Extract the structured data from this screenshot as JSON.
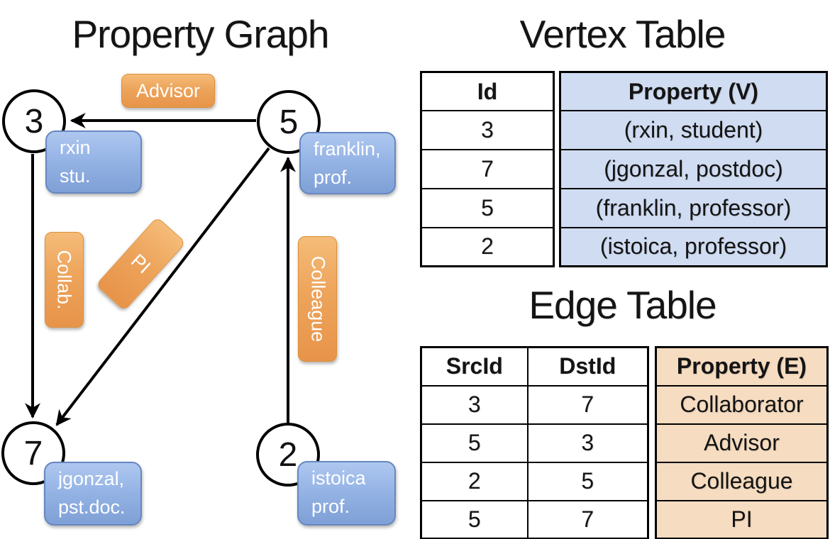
{
  "graph": {
    "title": "Property Graph",
    "node3": {
      "id": "3",
      "line1": "rxin",
      "line2": "stu."
    },
    "node5": {
      "id": "5",
      "line1": "franklin,",
      "line2": "prof."
    },
    "node7": {
      "id": "7",
      "line1": "jgonzal,",
      "line2": "pst.doc."
    },
    "node2": {
      "id": "2",
      "line1": "istoica",
      "line2": "prof."
    },
    "edges": {
      "advisor": {
        "label": "Advisor"
      },
      "collab": {
        "label": "Collab."
      },
      "pi": {
        "label": "PI"
      },
      "colleague": {
        "label": "Colleague"
      }
    }
  },
  "vertex_table": {
    "title": "Vertex Table",
    "id_header": "Id",
    "property_header": "Property (V)",
    "rows": [
      {
        "id": "3",
        "property": "(rxin, student)"
      },
      {
        "id": "7",
        "property": "(jgonzal, postdoc)"
      },
      {
        "id": "5",
        "property": "(franklin, professor)"
      },
      {
        "id": "2",
        "property": "(istoica, professor)"
      }
    ]
  },
  "edge_table": {
    "title": "Edge Table",
    "src_header": "SrcId",
    "dst_header": "DstId",
    "property_header": "Property (E)",
    "rows": [
      {
        "src": "3",
        "dst": "7",
        "property": "Collaborator"
      },
      {
        "src": "5",
        "dst": "3",
        "property": "Advisor"
      },
      {
        "src": "2",
        "dst": "5",
        "property": "Colleague"
      },
      {
        "src": "5",
        "dst": "7",
        "property": "PI"
      }
    ]
  },
  "colors": {
    "vertex_property_fill": "#d0dcf2",
    "edge_property_fill": "#f6dcc0",
    "orange_gradient_top": "#f5bc79",
    "orange_gradient_bottom": "#e8944a",
    "blue_gradient_top": "#aec7f0",
    "blue_gradient_bottom": "#7fa0d6"
  }
}
